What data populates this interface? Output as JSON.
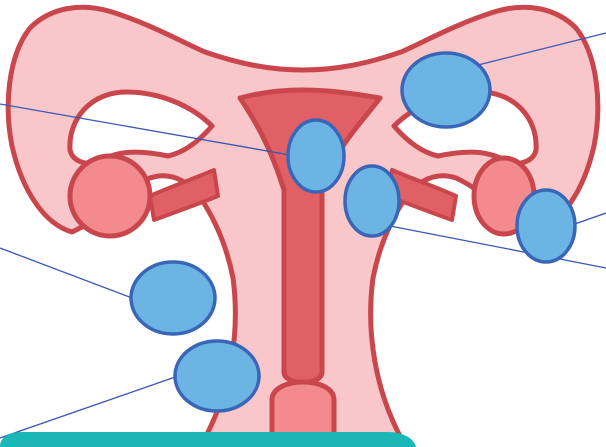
{
  "diagram": {
    "subject": "uterus-anatomy-labeling",
    "colors": {
      "outline": "#c9474c",
      "body_fill": "#f9c7c9",
      "inner_fill": "#e06066",
      "ovary_fill": "#f38b8e",
      "label_fill": "#6bb4e3",
      "label_stroke": "#3a66b7",
      "leader_line": "#3a55b5",
      "footer_bar": "#1bb6b6"
    },
    "labels": [
      {
        "name": "label-fallopian-tube-right",
        "text": ""
      },
      {
        "name": "label-uterine-cavity",
        "text": ""
      },
      {
        "name": "label-endometrium",
        "text": ""
      },
      {
        "name": "label-ovary-right",
        "text": ""
      },
      {
        "name": "label-myometrium",
        "text": ""
      },
      {
        "name": "label-cervix",
        "text": ""
      }
    ]
  }
}
